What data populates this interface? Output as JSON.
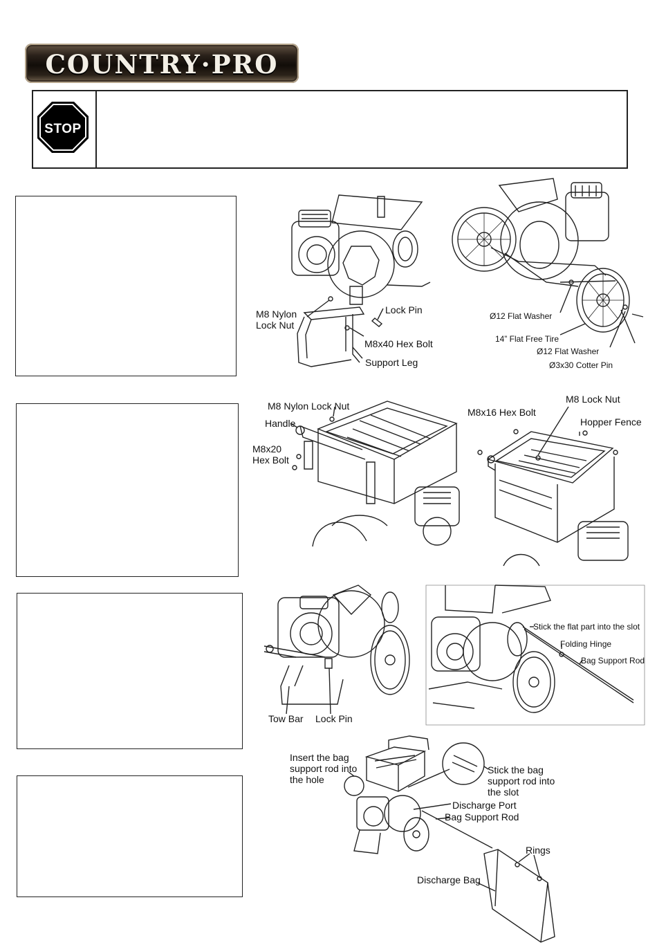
{
  "header": {
    "logo_text": "COUNTRY·PRO"
  },
  "warning": {
    "sign_label": "STOP",
    "message": ""
  },
  "figures": {
    "fig1": {
      "labels": [
        "M8 Nylon\nLock Nut",
        "Lock Pin",
        "M8x40 Hex Bolt",
        "Support Leg"
      ]
    },
    "fig2": {
      "labels": [
        "Ø12 Flat Washer",
        "14” Flat Free Tire",
        "Ø12 Flat Washer",
        "Ø3x30 Cotter Pin"
      ]
    },
    "fig3": {
      "labels": [
        "M8 Nylon Lock Nut",
        "Handle",
        "M8x20\nHex Bolt"
      ]
    },
    "fig4": {
      "labels": [
        "M8x16 Hex Bolt",
        "M8 Lock Nut",
        "Hopper Fence"
      ]
    },
    "fig5": {
      "labels": [
        "Tow Bar",
        "Lock Pin"
      ]
    },
    "fig6": {
      "labels": [
        "Stick the flat part into the slot",
        "Folding Hinge",
        "Bag Support Rod"
      ]
    },
    "fig7": {
      "labels": [
        "Insert the bag\nsupport rod into\nthe hole",
        "Stick the bag\nsupport rod into\nthe slot",
        "Discharge Port",
        "Bag Support Rod",
        "Rings",
        "Discharge Bag"
      ]
    }
  },
  "steps": [
    "",
    "",
    "",
    ""
  ]
}
